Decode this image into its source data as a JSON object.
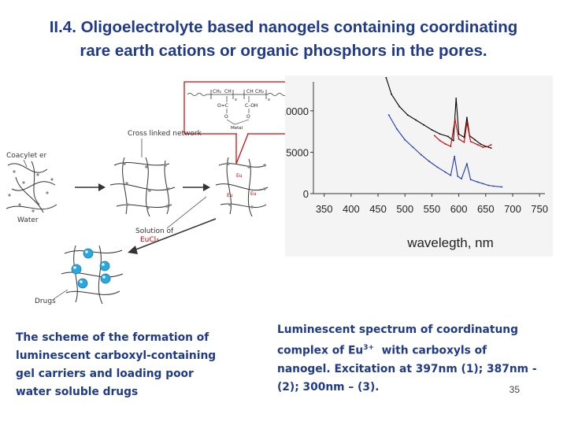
{
  "slide": {
    "title_line1": "II.4. Oligoelectrolyte based nanogels containing coordinating",
    "title_line2": "rare earth cations or organic phosphors in the pores.",
    "left_caption_lines": [
      "The scheme of the formation of",
      "luminescent carboxyl-containing",
      "gel carriers and loading poor",
      "water soluble drugs"
    ],
    "right_caption": {
      "line1": "Luminescent spectrum of coordinatung",
      "line2_pre": "complex of Eu",
      "line2_sup": "3+",
      "line2_post": "  with carboxyls of",
      "line3": "nanogel. Excitation at 397nm (1); 387nm -",
      "line4": "(2); 300nm – (3)."
    },
    "slide_number": "35"
  },
  "scheme": {
    "label_coacervate": "Coacylet er",
    "label_water": "Water",
    "label_crosslinked": "Cross linked network",
    "label_solution": "Solution of",
    "label_salt": "EuCl₃",
    "label_drugs": "Drugs",
    "formula": {
      "ch2": "CH₂",
      "ch": "CH",
      "c_o": "O=C",
      "c_oh": "C–OH",
      "o": "O",
      "x": "x",
      "metal": "Metal"
    }
  },
  "chart_data": {
    "type": "line",
    "title": "",
    "xlabel": "wavelegth, nm",
    "ylabel": "",
    "xlim": [
      330,
      760
    ],
    "ylim": [
      0,
      13500
    ],
    "xticks": [
      350,
      400,
      450,
      500,
      550,
      600,
      650,
      700,
      750
    ],
    "yticks": [
      0,
      5000,
      10000
    ],
    "ytick_labels": [
      "0",
      "5000",
      "10000"
    ],
    "series": [
      {
        "color": "#000000",
        "points": [
          [
            465,
            14000
          ],
          [
            475,
            12000
          ],
          [
            490,
            10500
          ],
          [
            505,
            9500
          ],
          [
            520,
            8900
          ],
          [
            535,
            8300
          ],
          [
            550,
            7700
          ],
          [
            565,
            7200
          ],
          [
            580,
            6900
          ],
          [
            590,
            6400
          ],
          [
            595,
            11500
          ],
          [
            600,
            7200
          ],
          [
            610,
            6800
          ],
          [
            615,
            9200
          ],
          [
            620,
            7000
          ],
          [
            630,
            6500
          ],
          [
            640,
            6000
          ],
          [
            650,
            5700
          ],
          [
            660,
            5500
          ]
        ]
      },
      {
        "color": "#cc0000",
        "points": [
          [
            555,
            7000
          ],
          [
            565,
            6400
          ],
          [
            575,
            6000
          ],
          [
            585,
            5700
          ],
          [
            593,
            9000
          ],
          [
            600,
            6600
          ],
          [
            610,
            6200
          ],
          [
            615,
            8600
          ],
          [
            622,
            6300
          ],
          [
            635,
            5900
          ],
          [
            645,
            5600
          ],
          [
            655,
            5700
          ],
          [
            660,
            5900
          ]
        ]
      },
      {
        "color": "#1f3aa8",
        "points": [
          [
            470,
            9500
          ],
          [
            485,
            7800
          ],
          [
            500,
            6500
          ],
          [
            515,
            5600
          ],
          [
            530,
            4700
          ],
          [
            545,
            3900
          ],
          [
            560,
            3200
          ],
          [
            575,
            2600
          ],
          [
            585,
            2200
          ],
          [
            592,
            4500
          ],
          [
            598,
            2100
          ],
          [
            605,
            1800
          ],
          [
            615,
            3600
          ],
          [
            622,
            1700
          ],
          [
            635,
            1400
          ],
          [
            645,
            1200
          ],
          [
            655,
            1000
          ],
          [
            665,
            900
          ],
          [
            680,
            800
          ]
        ]
      }
    ]
  },
  "colors": {
    "title": "#1f3a8a",
    "caption": "#1f3a8a",
    "highlight_box": "#cc0000",
    "drug_bead": "#2aa7e0"
  }
}
